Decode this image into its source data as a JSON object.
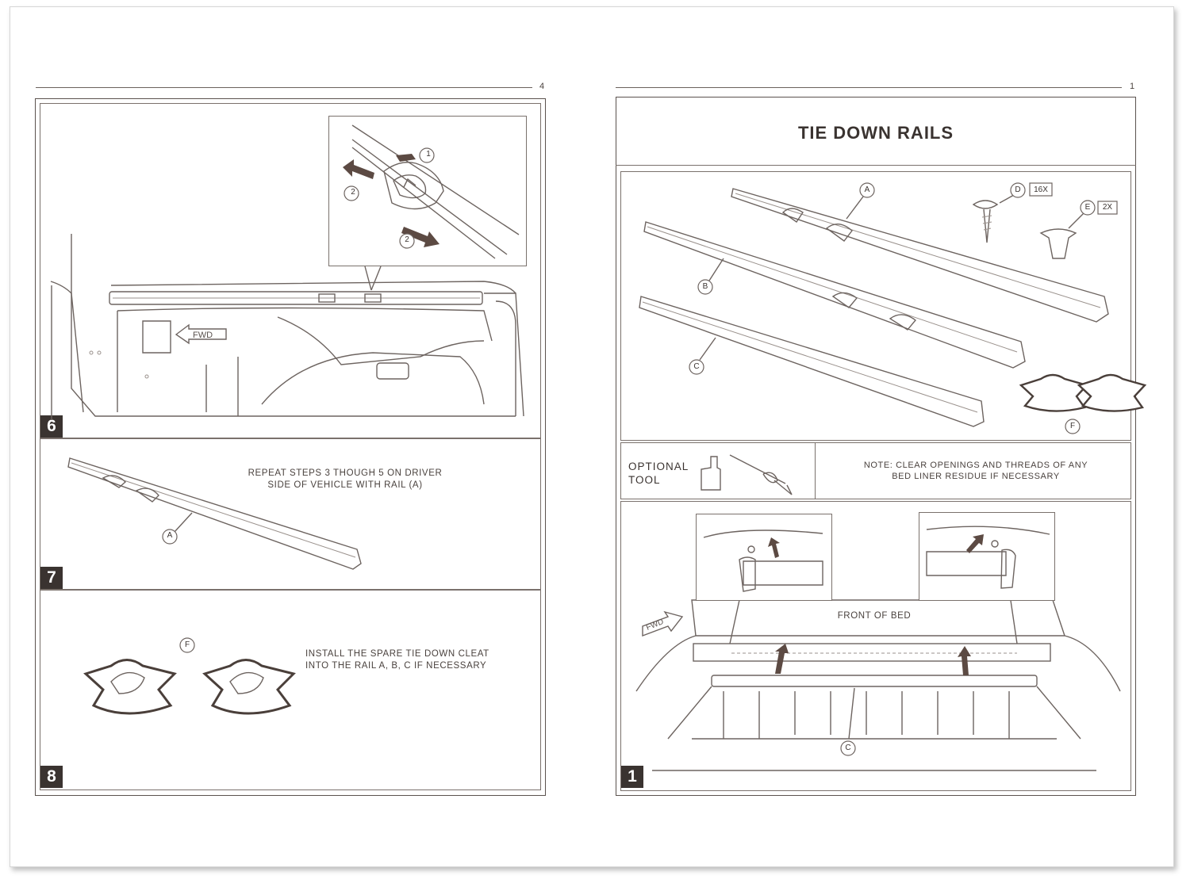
{
  "left_page": {
    "page_number": "4",
    "steps": [
      {
        "number": "6",
        "callouts": [
          "1",
          "2",
          "2"
        ],
        "arrow_label": "FWD"
      },
      {
        "number": "7",
        "text_line1": "REPEAT STEPS 3 THOUGH 5 ON DRIVER",
        "text_line2": "SIDE OF VEHICLE WITH RAIL (A)",
        "callout": "A"
      },
      {
        "number": "8",
        "text_line1": "INSTALL THE SPARE TIE DOWN CLEAT",
        "text_line2": "INTO THE RAIL A, B, C IF NECESSARY",
        "callout": "F"
      }
    ]
  },
  "right_page": {
    "page_number": "1",
    "title": "TIE DOWN RAILS",
    "parts": {
      "a": "A",
      "b": "B",
      "c": "C",
      "d": "D",
      "d_qty": "16X",
      "e": "E",
      "e_qty": "2X",
      "f": "F"
    },
    "optional_tool_line1": "OPTIONAL",
    "optional_tool_line2": "TOOL",
    "note_line1": "NOTE: CLEAR OPENINGS AND THREADS OF ANY",
    "note_line2": "BED LINER RESIDUE IF NECESSARY",
    "step": {
      "number": "1",
      "front_label": "FRONT OF BED",
      "arrow_label": "FWD",
      "callout": "C"
    }
  },
  "colors": {
    "ink": "#3a3330",
    "arrow": "#5c4a43",
    "paper": "#ffffff"
  }
}
